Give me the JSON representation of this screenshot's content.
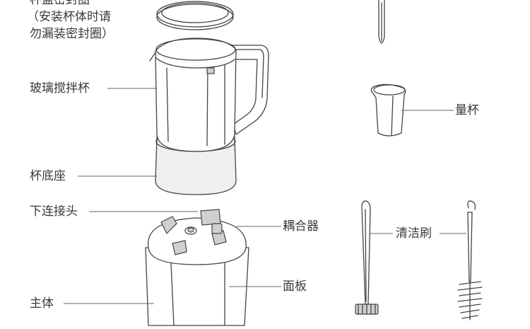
{
  "labels": {
    "lid_seal_line1": "杯盖密封圈",
    "lid_seal_line2": "（安装杯体时请",
    "lid_seal_line3": "勿漏装密封圈）",
    "glass_jar": "玻璃搅拌杯",
    "jar_base": "杯底座",
    "lower_connector": "下连接头",
    "coupler": "耦合器",
    "main_body": "主体",
    "panel": "面板",
    "measuring_cup": "量杯",
    "cleaning_brush": "清洁刷"
  },
  "colors": {
    "line": "#444444",
    "text": "#3a3a3a",
    "background": "#ffffff"
  },
  "icons": [
    "seal-ring-icon",
    "jar-icon",
    "spatula-icon",
    "measuring-cup-icon",
    "brush-icon",
    "base-unit-icon"
  ]
}
